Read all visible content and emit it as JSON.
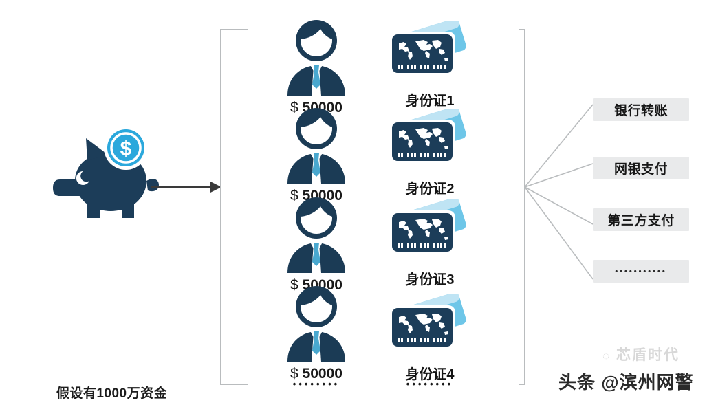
{
  "diagram": {
    "background": "#ffffff",
    "colors": {
      "navy": "#1c3d59",
      "navy_dark": "#1b3b55",
      "tie_blue": "#49a8cf",
      "coin_blue": "#2ba8dc",
      "card_light": "#6ec6e8",
      "tag_bg": "#e9eaeb",
      "line_gray": "#b9bcbe",
      "arrow_gray": "#3a3a3a",
      "text_dark": "#171717"
    },
    "source": {
      "icon": "piggy-bank-icon",
      "coin_symbol": "$",
      "caption": "假设有1000万资金"
    },
    "flow_arrow": {
      "icon": "arrow-right-icon",
      "direction": "right"
    },
    "brackets": {
      "left": "left-bracket",
      "right": "right-bracket"
    },
    "people": [
      {
        "icon": "person-suit-icon",
        "amount_currency": "$",
        "amount_value": "50000"
      },
      {
        "icon": "person-suit-icon",
        "amount_currency": "$",
        "amount_value": "50000"
      },
      {
        "icon": "person-suit-icon",
        "amount_currency": "$",
        "amount_value": "50000"
      },
      {
        "icon": "person-suit-icon",
        "amount_currency": "$",
        "amount_value": "50000"
      }
    ],
    "people_continuation": "••••••••",
    "id_cards": [
      {
        "icon": "id-card-stack-icon",
        "label": "身份证1"
      },
      {
        "icon": "id-card-stack-icon",
        "label": "身份证2"
      },
      {
        "icon": "id-card-stack-icon",
        "label": "身份证3"
      },
      {
        "icon": "id-card-stack-icon",
        "label": "身份证4"
      }
    ],
    "cards_continuation": "••••••••",
    "channels": [
      {
        "label": "银行转账"
      },
      {
        "label": "网银支付"
      },
      {
        "label": "第三方支付"
      },
      {
        "label": "•••••••••••"
      }
    ]
  },
  "watermarks": {
    "ghost_mark": "◌",
    "ghost_text": "芯盾时代",
    "main_text": "头条 @滨州网警"
  }
}
